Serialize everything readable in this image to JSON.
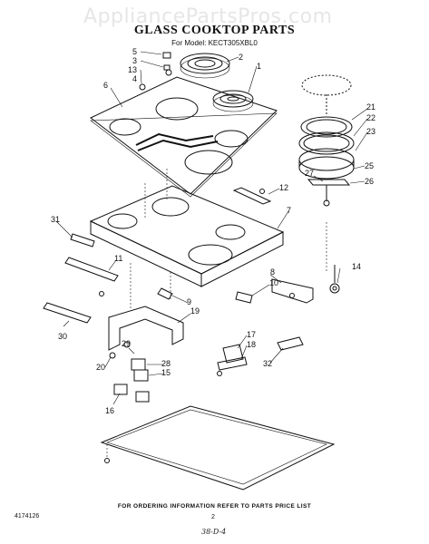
{
  "watermark": "AppliancePartsPros.com",
  "header": {
    "title": "GLASS COOKTOP PARTS",
    "model": "For Model: KECT305XBL0"
  },
  "callouts": [
    "1",
    "2",
    "3",
    "4",
    "5",
    "6",
    "7",
    "8",
    "9",
    "10",
    "11",
    "12",
    "13",
    "14",
    "15",
    "16",
    "17",
    "18",
    "19",
    "20",
    "21",
    "22",
    "23",
    "25",
    "26",
    "27",
    "28",
    "29",
    "30",
    "31",
    "32"
  ],
  "footer": {
    "note": "FOR ORDERING INFORMATION REFER TO PARTS PRICE LIST",
    "part_number": "4174126",
    "page": "2",
    "handwritten": "38-D-4"
  }
}
